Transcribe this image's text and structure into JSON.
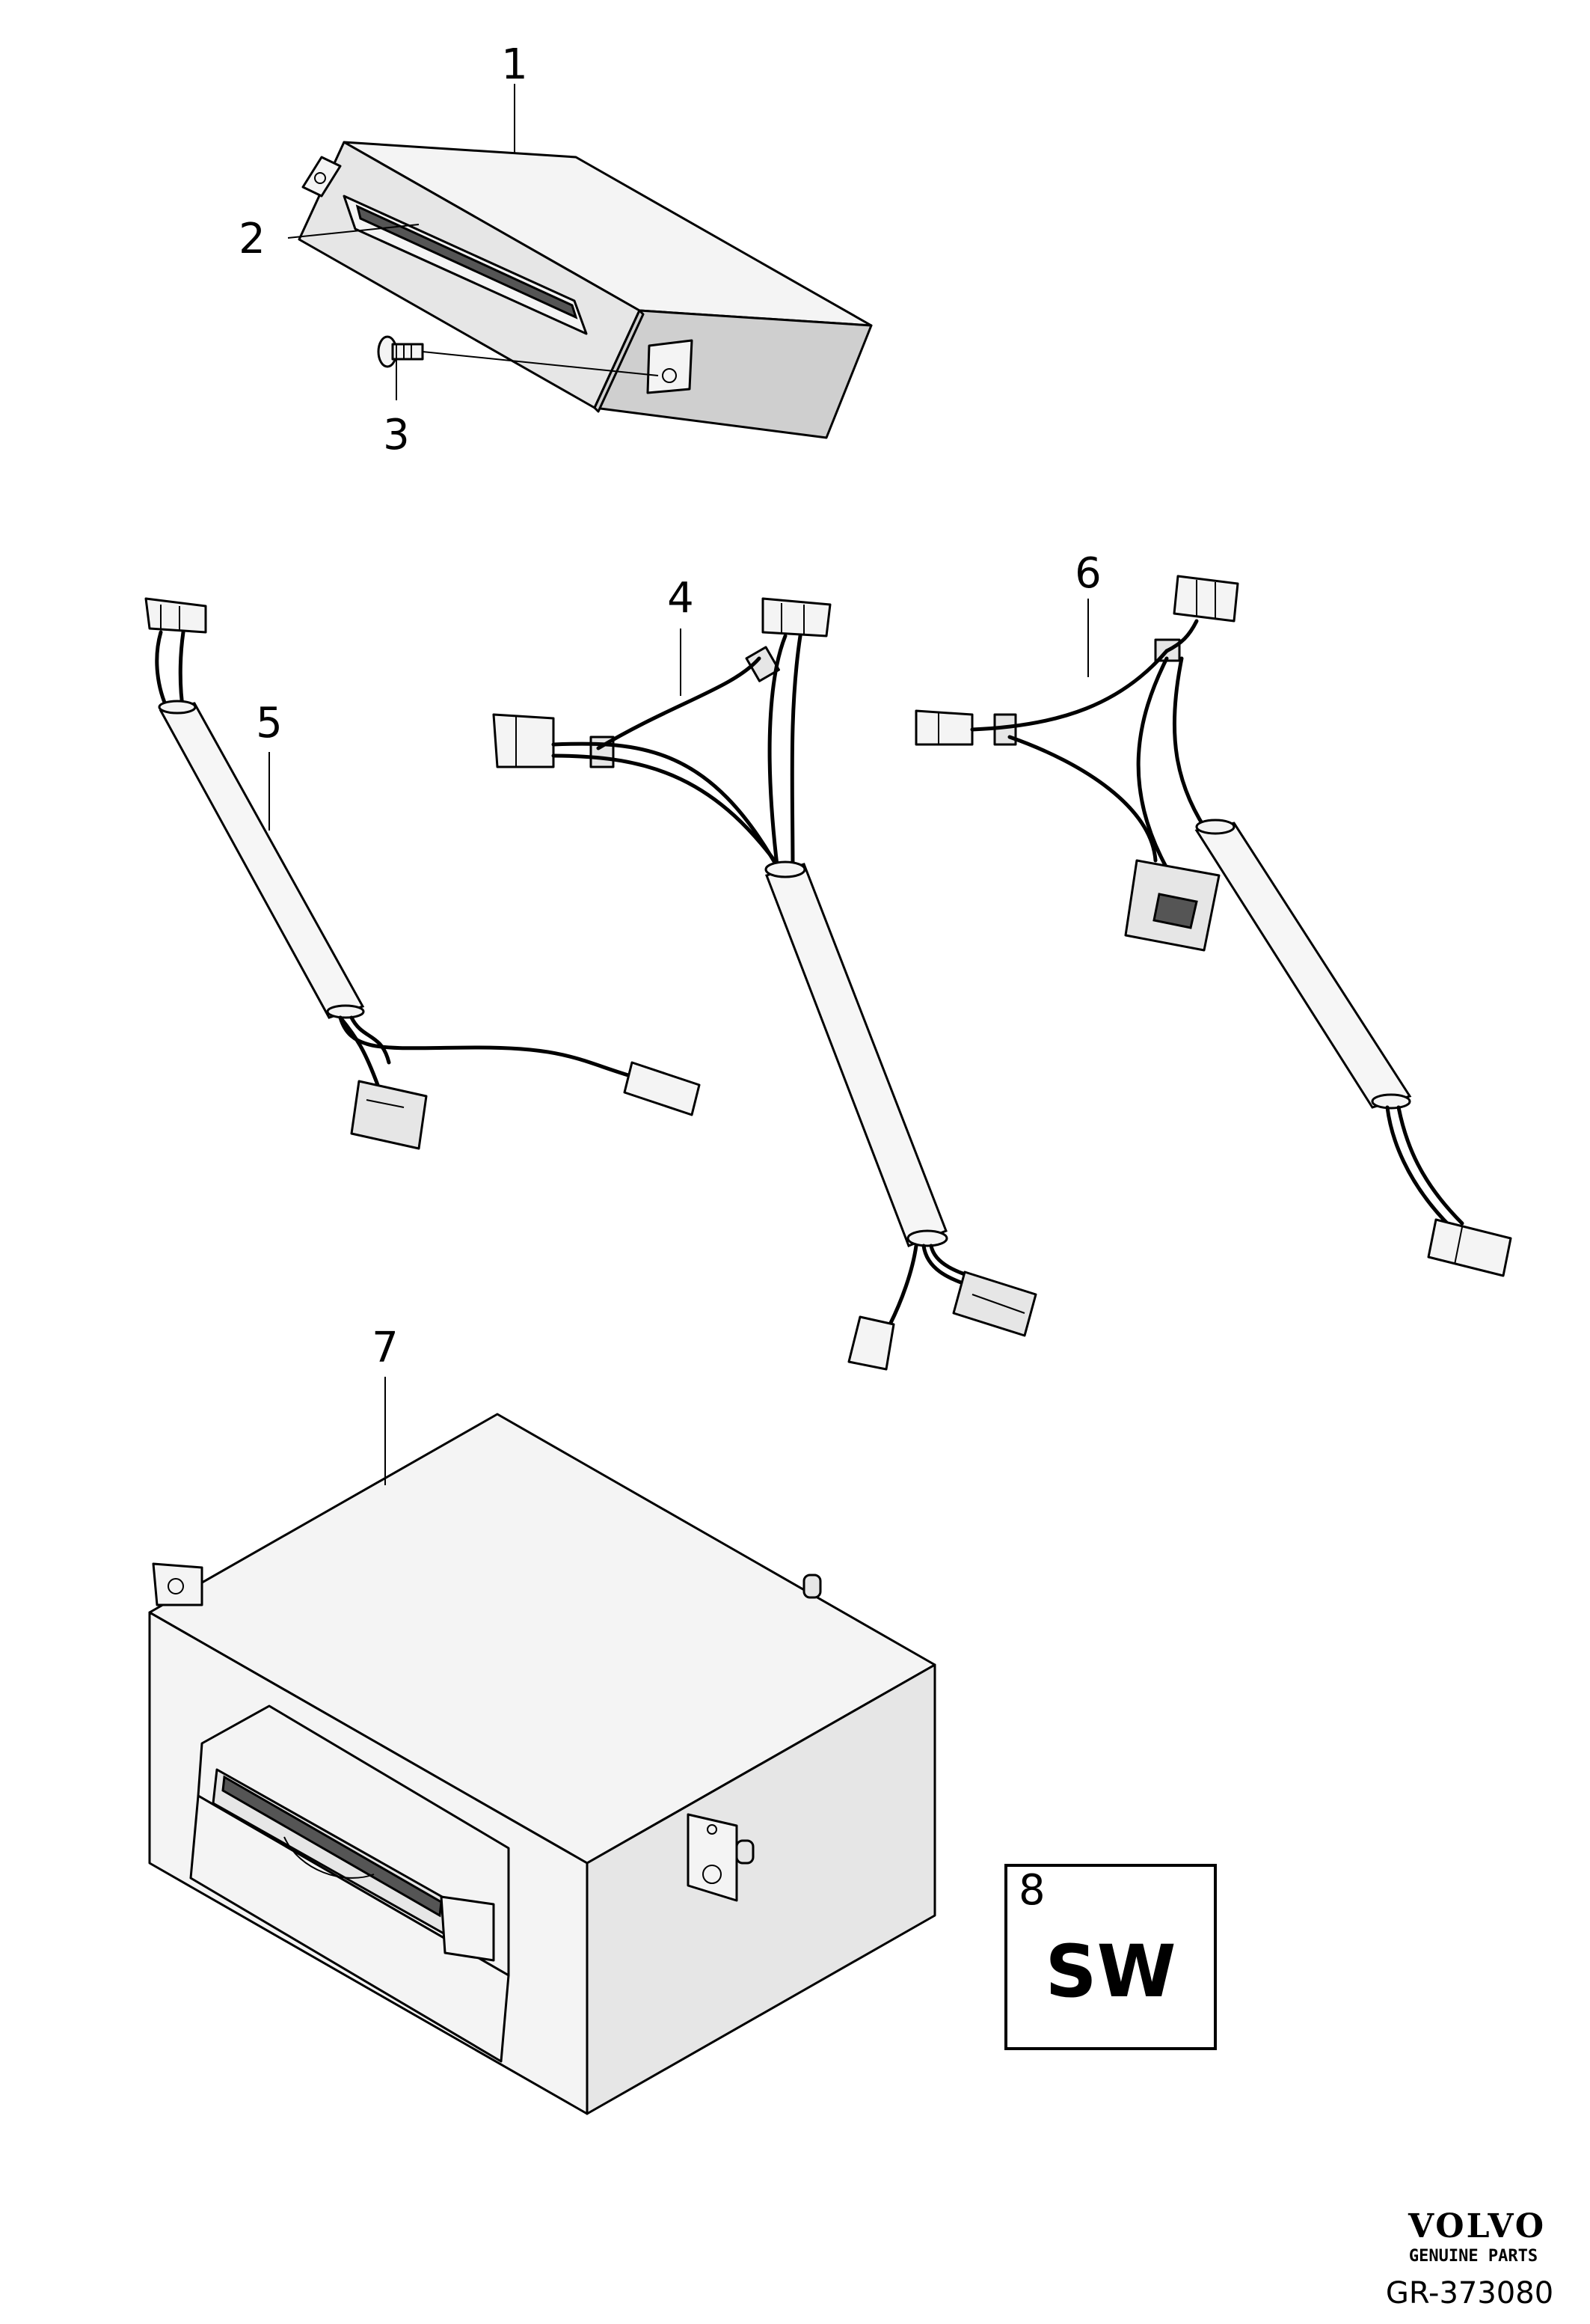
{
  "callouts": [
    "1",
    "2",
    "3",
    "4",
    "5",
    "6",
    "7",
    "8"
  ],
  "software_box": {
    "number": "8",
    "label": "SW"
  },
  "brand": {
    "name": "VOLVO",
    "tagline": "GENUINE PARTS"
  },
  "diagram_id": "GR-373080"
}
